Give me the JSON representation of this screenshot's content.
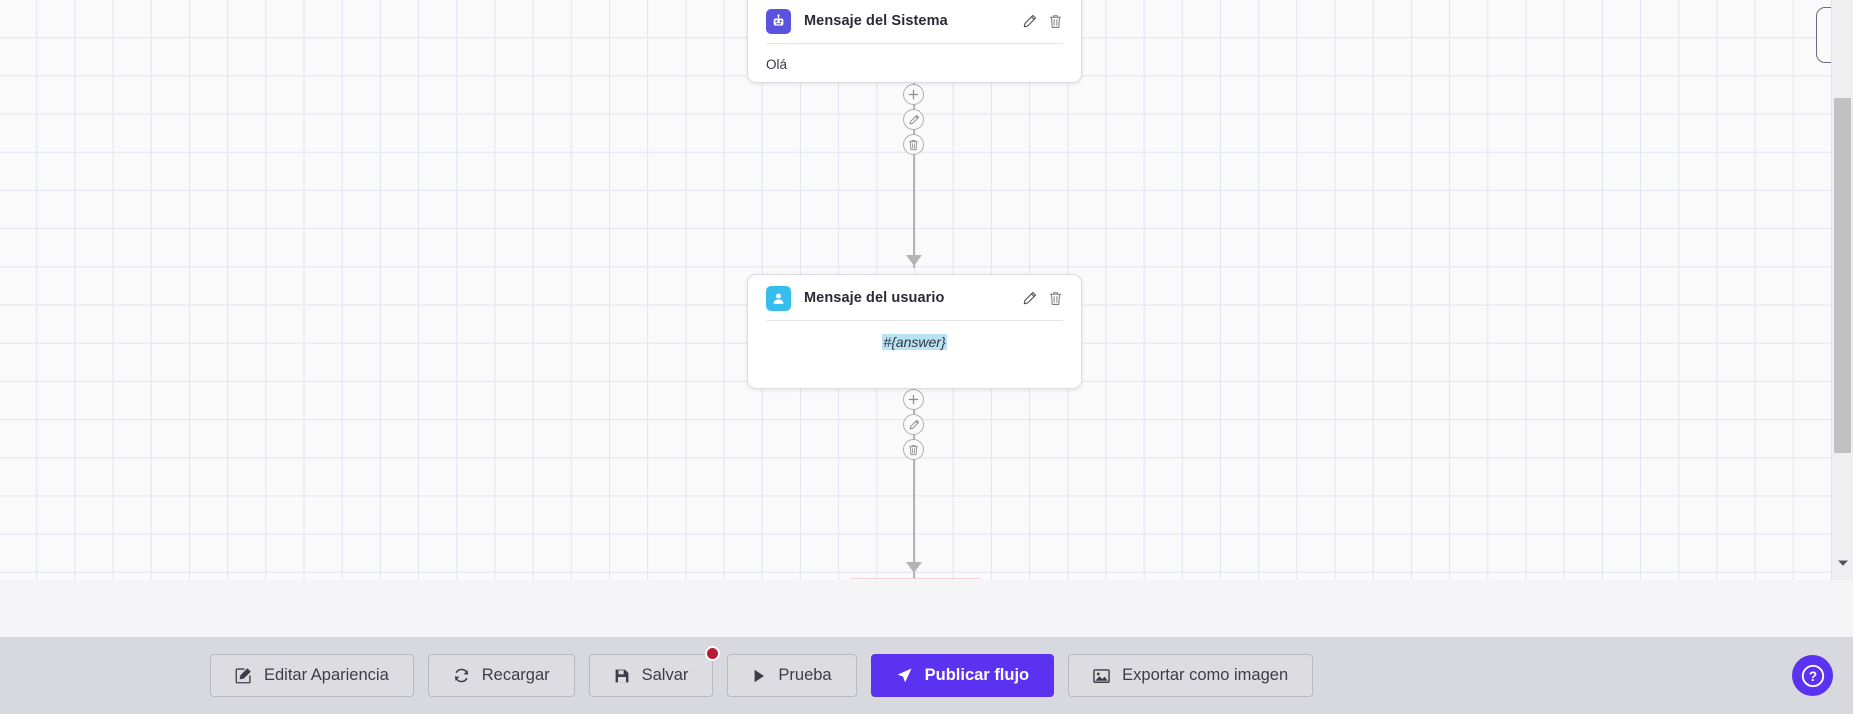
{
  "canvas": {
    "background_color": "#fafafb",
    "grid_line_color": "#e2e4ef"
  },
  "nodes": [
    {
      "id": "system-message",
      "title": "Mensaje del Sistema",
      "icon": "robot-icon",
      "icon_color": "#5a52e0",
      "body_text": "Olá",
      "body_align": "left",
      "actions": [
        "edit-icon",
        "trash-icon"
      ]
    },
    {
      "id": "user-message",
      "title": "Mensaje del usuario",
      "icon": "user-icon",
      "icon_color": "#35bdee",
      "body_text": "#{answer}",
      "body_align": "center",
      "body_is_variable": true,
      "variable_highlight_color": "#b9e3f5",
      "actions": [
        "edit-icon",
        "trash-icon"
      ]
    }
  ],
  "connectors": [
    {
      "id": "connector-1",
      "buttons": [
        "plus-icon",
        "pencil-icon",
        "trash-icon"
      ]
    },
    {
      "id": "connector-2",
      "buttons": [
        "plus-icon",
        "pencil-icon",
        "trash-icon"
      ]
    }
  ],
  "scrollbar": {
    "orientation": "vertical",
    "down_arrow_icon": "chevron-down-icon"
  },
  "toolbar": {
    "background_color": "#d8d9de",
    "buttons": [
      {
        "id": "edit-appearance",
        "label": "Editar Apariencia",
        "icon": "pencil-square-icon",
        "primary": false,
        "badge": false
      },
      {
        "id": "reload",
        "label": "Recargar",
        "icon": "refresh-icon",
        "primary": false,
        "badge": false
      },
      {
        "id": "save",
        "label": "Salvar",
        "icon": "save-disk-icon",
        "primary": false,
        "badge": true,
        "badge_color": "#b61d37"
      },
      {
        "id": "test",
        "label": "Prueba",
        "icon": "play-icon",
        "primary": false,
        "badge": false
      },
      {
        "id": "publish-flow",
        "label": "Publicar flujo",
        "icon": "send-icon",
        "primary": true,
        "badge": false,
        "accent_color": "#5a32ef"
      },
      {
        "id": "export-image",
        "label": "Exportar como imagen",
        "icon": "image-icon",
        "primary": false,
        "badge": false
      }
    ],
    "help_button": {
      "id": "help",
      "icon": "question-circle-icon",
      "color": "#5a32ef"
    }
  }
}
